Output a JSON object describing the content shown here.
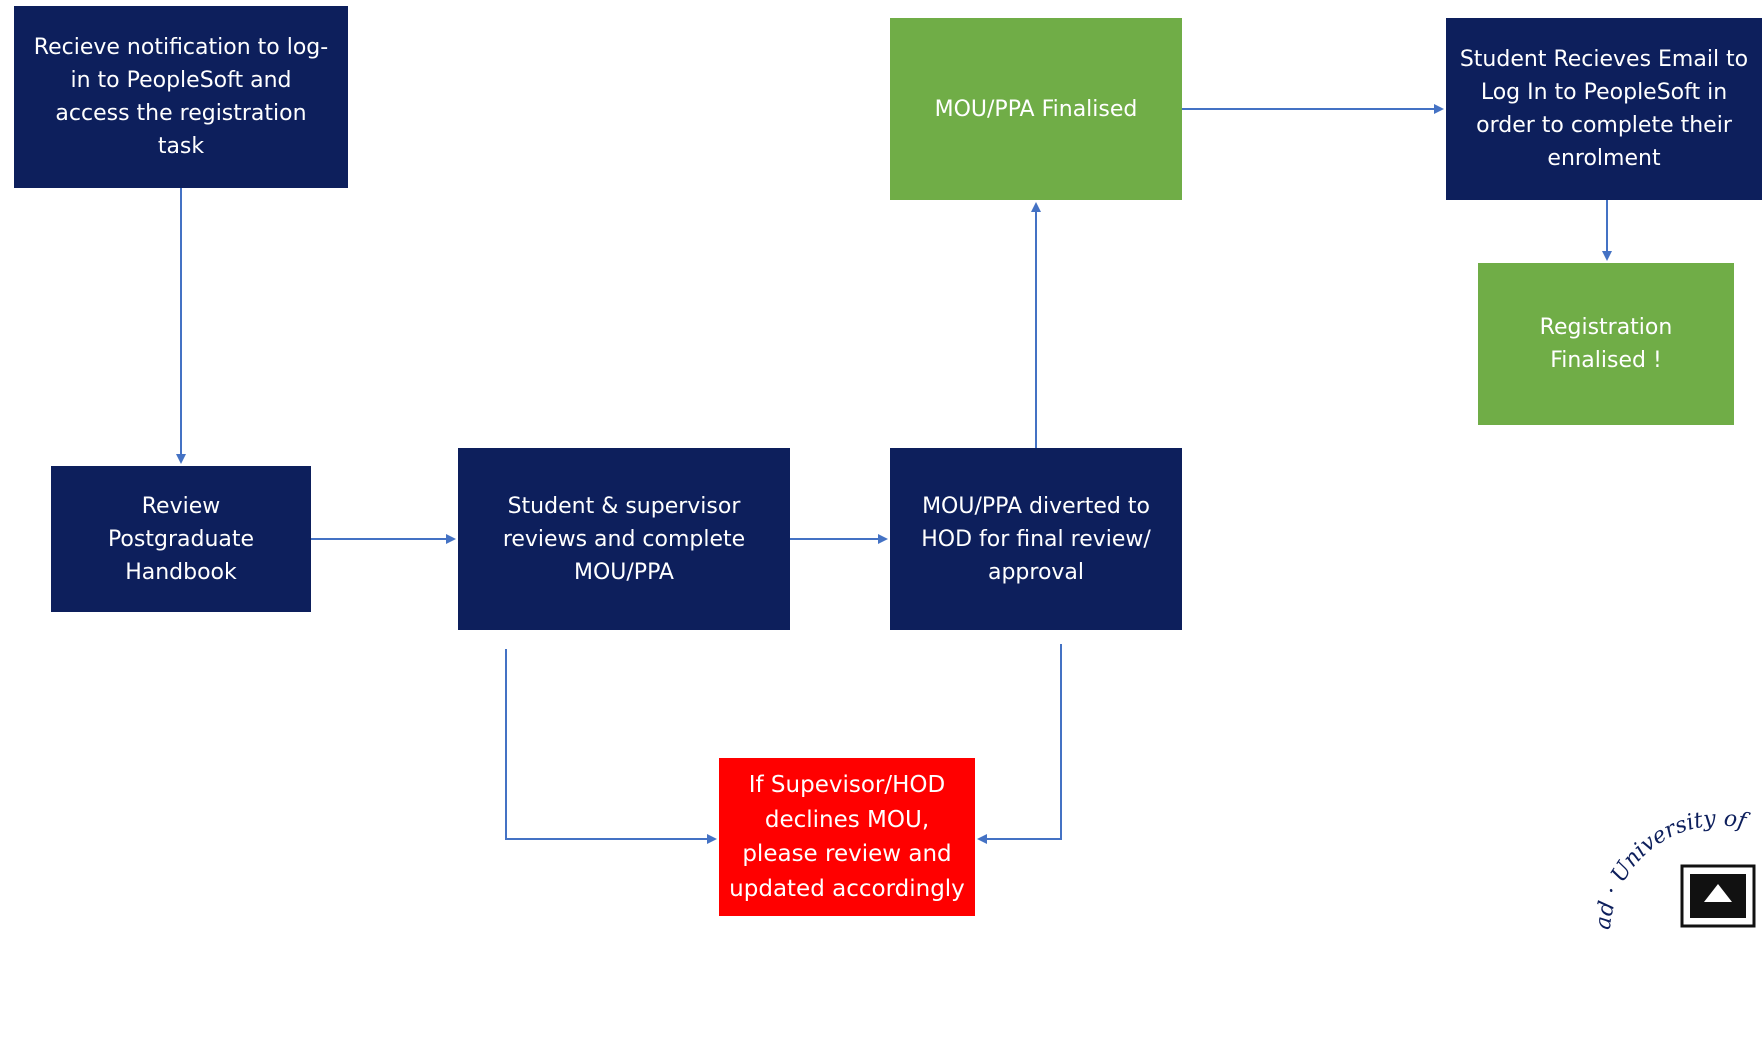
{
  "colors": {
    "navy": "#0d1f5c",
    "green": "#70ad47",
    "red": "#ff0000",
    "connector": "#4472c4"
  },
  "nodes": {
    "notification": "Recieve notification to log-\nin to PeopleSoft and\naccess the registration\ntask",
    "handbook": "Review\nPostgraduate\nHandbook",
    "complete_mou": "Student & supervisor\nreviews and complete\nMOU/PPA",
    "hod_review": "MOU/PPA diverted to\nHOD for final review/\napproval",
    "mou_finalised": "MOU/PPA Finalised",
    "email_enrolment": "Student Recieves Email to\nLog In to PeopleSoft in\norder to complete their\nenrolment",
    "registration_finalised": "Registration\nFinalised !",
    "declined": "If Supevisor/HOD\ndeclines MOU,\nplease review  and\nupdated accordingly"
  },
  "seal": {
    "text": "University of",
    "prefix": "ad ·"
  }
}
